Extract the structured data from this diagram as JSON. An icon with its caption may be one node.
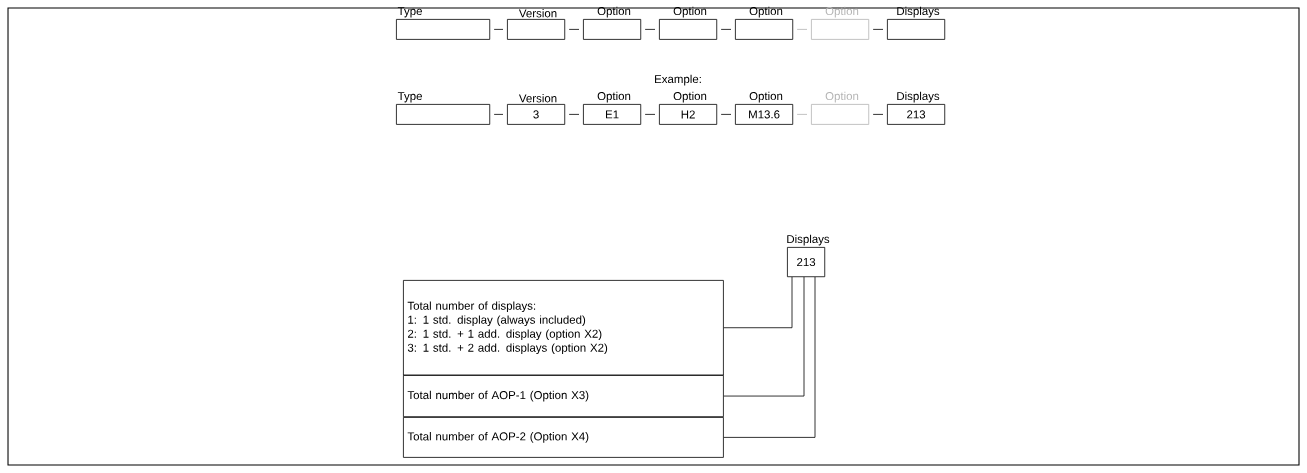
{
  "diagram": {
    "nodes": [
      {
        "text": [
          "Type"
        ]
      },
      {
        "text": [
          "Version"
        ]
      },
      {
        "text": [
          "Option"
        ]
      },
      {
        "text": [
          "Option"
        ]
      },
      {
        "text": [
          "Option"
        ]
      },
      {
        "text": [
          "Option"
        ]
      },
      {
        "text": [
          "Displays"
        ]
      },
      {
        "text": [
          "Type"
        ]
      },
      {
        "text": [
          "Version",
          "3"
        ]
      },
      {
        "text": [
          "Option",
          "E1"
        ]
      },
      {
        "text": [
          "Option",
          "H2"
        ]
      },
      {
        "text": [
          "Option",
          "M13.6"
        ]
      },
      {
        "text": [
          "Option"
        ]
      },
      {
        "text": [
          "Displays",
          "213"
        ]
      },
      {
        "text": [
          "Displays",
          "213"
        ]
      },
      {
        "text": [
          "Total number of displays:",
          "1: 1 std. display (always included)",
          "2: 1 std. + 1 add. display (option X2)",
          "3: 1 std. + 2 add. displays (option X2)"
        ]
      },
      {
        "text": [
          "Total number of AOP-1 (Option X3)"
        ]
      },
      {
        "text": [
          "Total number of AOP-2 (Option X4)"
        ]
      }
    ],
    "edges": [
      {
        "from": 0,
        "to": 1,
        "arrow": "none"
      },
      {
        "from": 1,
        "to": 2,
        "arrow": "none"
      },
      {
        "from": 2,
        "to": 3,
        "arrow": "none"
      },
      {
        "from": 3,
        "to": 4,
        "arrow": "none"
      },
      {
        "from": 4,
        "to": 5,
        "arrow": "none",
        "color": "#b4b4b4"
      },
      {
        "from": 5,
        "to": 6,
        "arrow": "none"
      },
      {
        "from": 7,
        "to": 8,
        "arrow": "none"
      },
      {
        "from": 8,
        "to": 9,
        "arrow": "none"
      },
      {
        "from": 9,
        "to": 10,
        "arrow": "none"
      },
      {
        "from": 10,
        "to": 11,
        "arrow": "none"
      },
      {
        "from": 11,
        "to": 12,
        "arrow": "none",
        "color": "#b4b4b4"
      },
      {
        "from": 12,
        "to": 13,
        "arrow": "none"
      },
      {
        "from": 14,
        "to": 15,
        "arrow": "none"
      },
      {
        "from": 14,
        "to": 16,
        "arrow": "none"
      },
      {
        "from": 14,
        "to": 17,
        "arrow": "none"
      }
    ],
    "labels": [
      "Example:"
    ]
  }
}
